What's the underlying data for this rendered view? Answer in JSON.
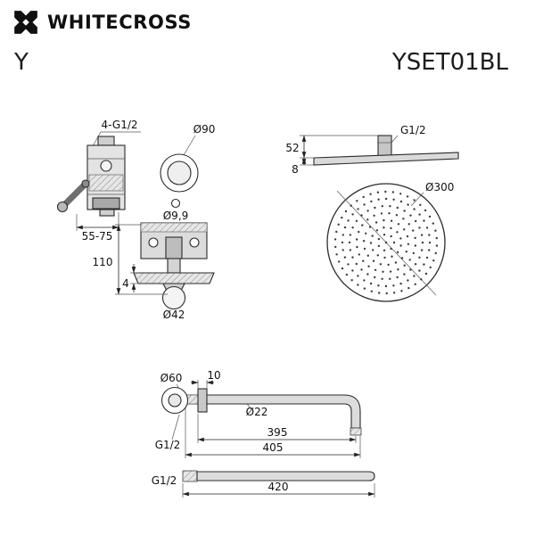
{
  "header": {
    "brand": "WHITECROSS",
    "series": "Y",
    "model": "YSET01BL"
  },
  "colors": {
    "ink": "#1a1a1a",
    "line": "#2b2b2b",
    "fill_light": "#e0e0e0",
    "fill_mid": "#bdbdbd"
  },
  "mixer": {
    "dim_ports_thread": "4-G1/2",
    "dim_trim_diameter": "Ø90",
    "dim_pin_diameter": "Ø9,9",
    "dim_install_depth": "55-75",
    "dim_height": "110",
    "dim_plate_thickness": "4",
    "dim_handle_diameter": "Ø42"
  },
  "head": {
    "dim_thread": "G1/2",
    "dim_height": "52",
    "dim_thickness": "8",
    "dim_diameter": "Ø300"
  },
  "arm_wall": {
    "dim_flange_diameter": "Ø60",
    "dim_flange_depth": "10",
    "dim_tube_diameter": "Ø22",
    "dim_length_to_center": "395",
    "dim_length_overall": "405",
    "dim_thread": "G1/2"
  },
  "arm_straight": {
    "dim_thread": "G1/2",
    "dim_length": "420"
  }
}
